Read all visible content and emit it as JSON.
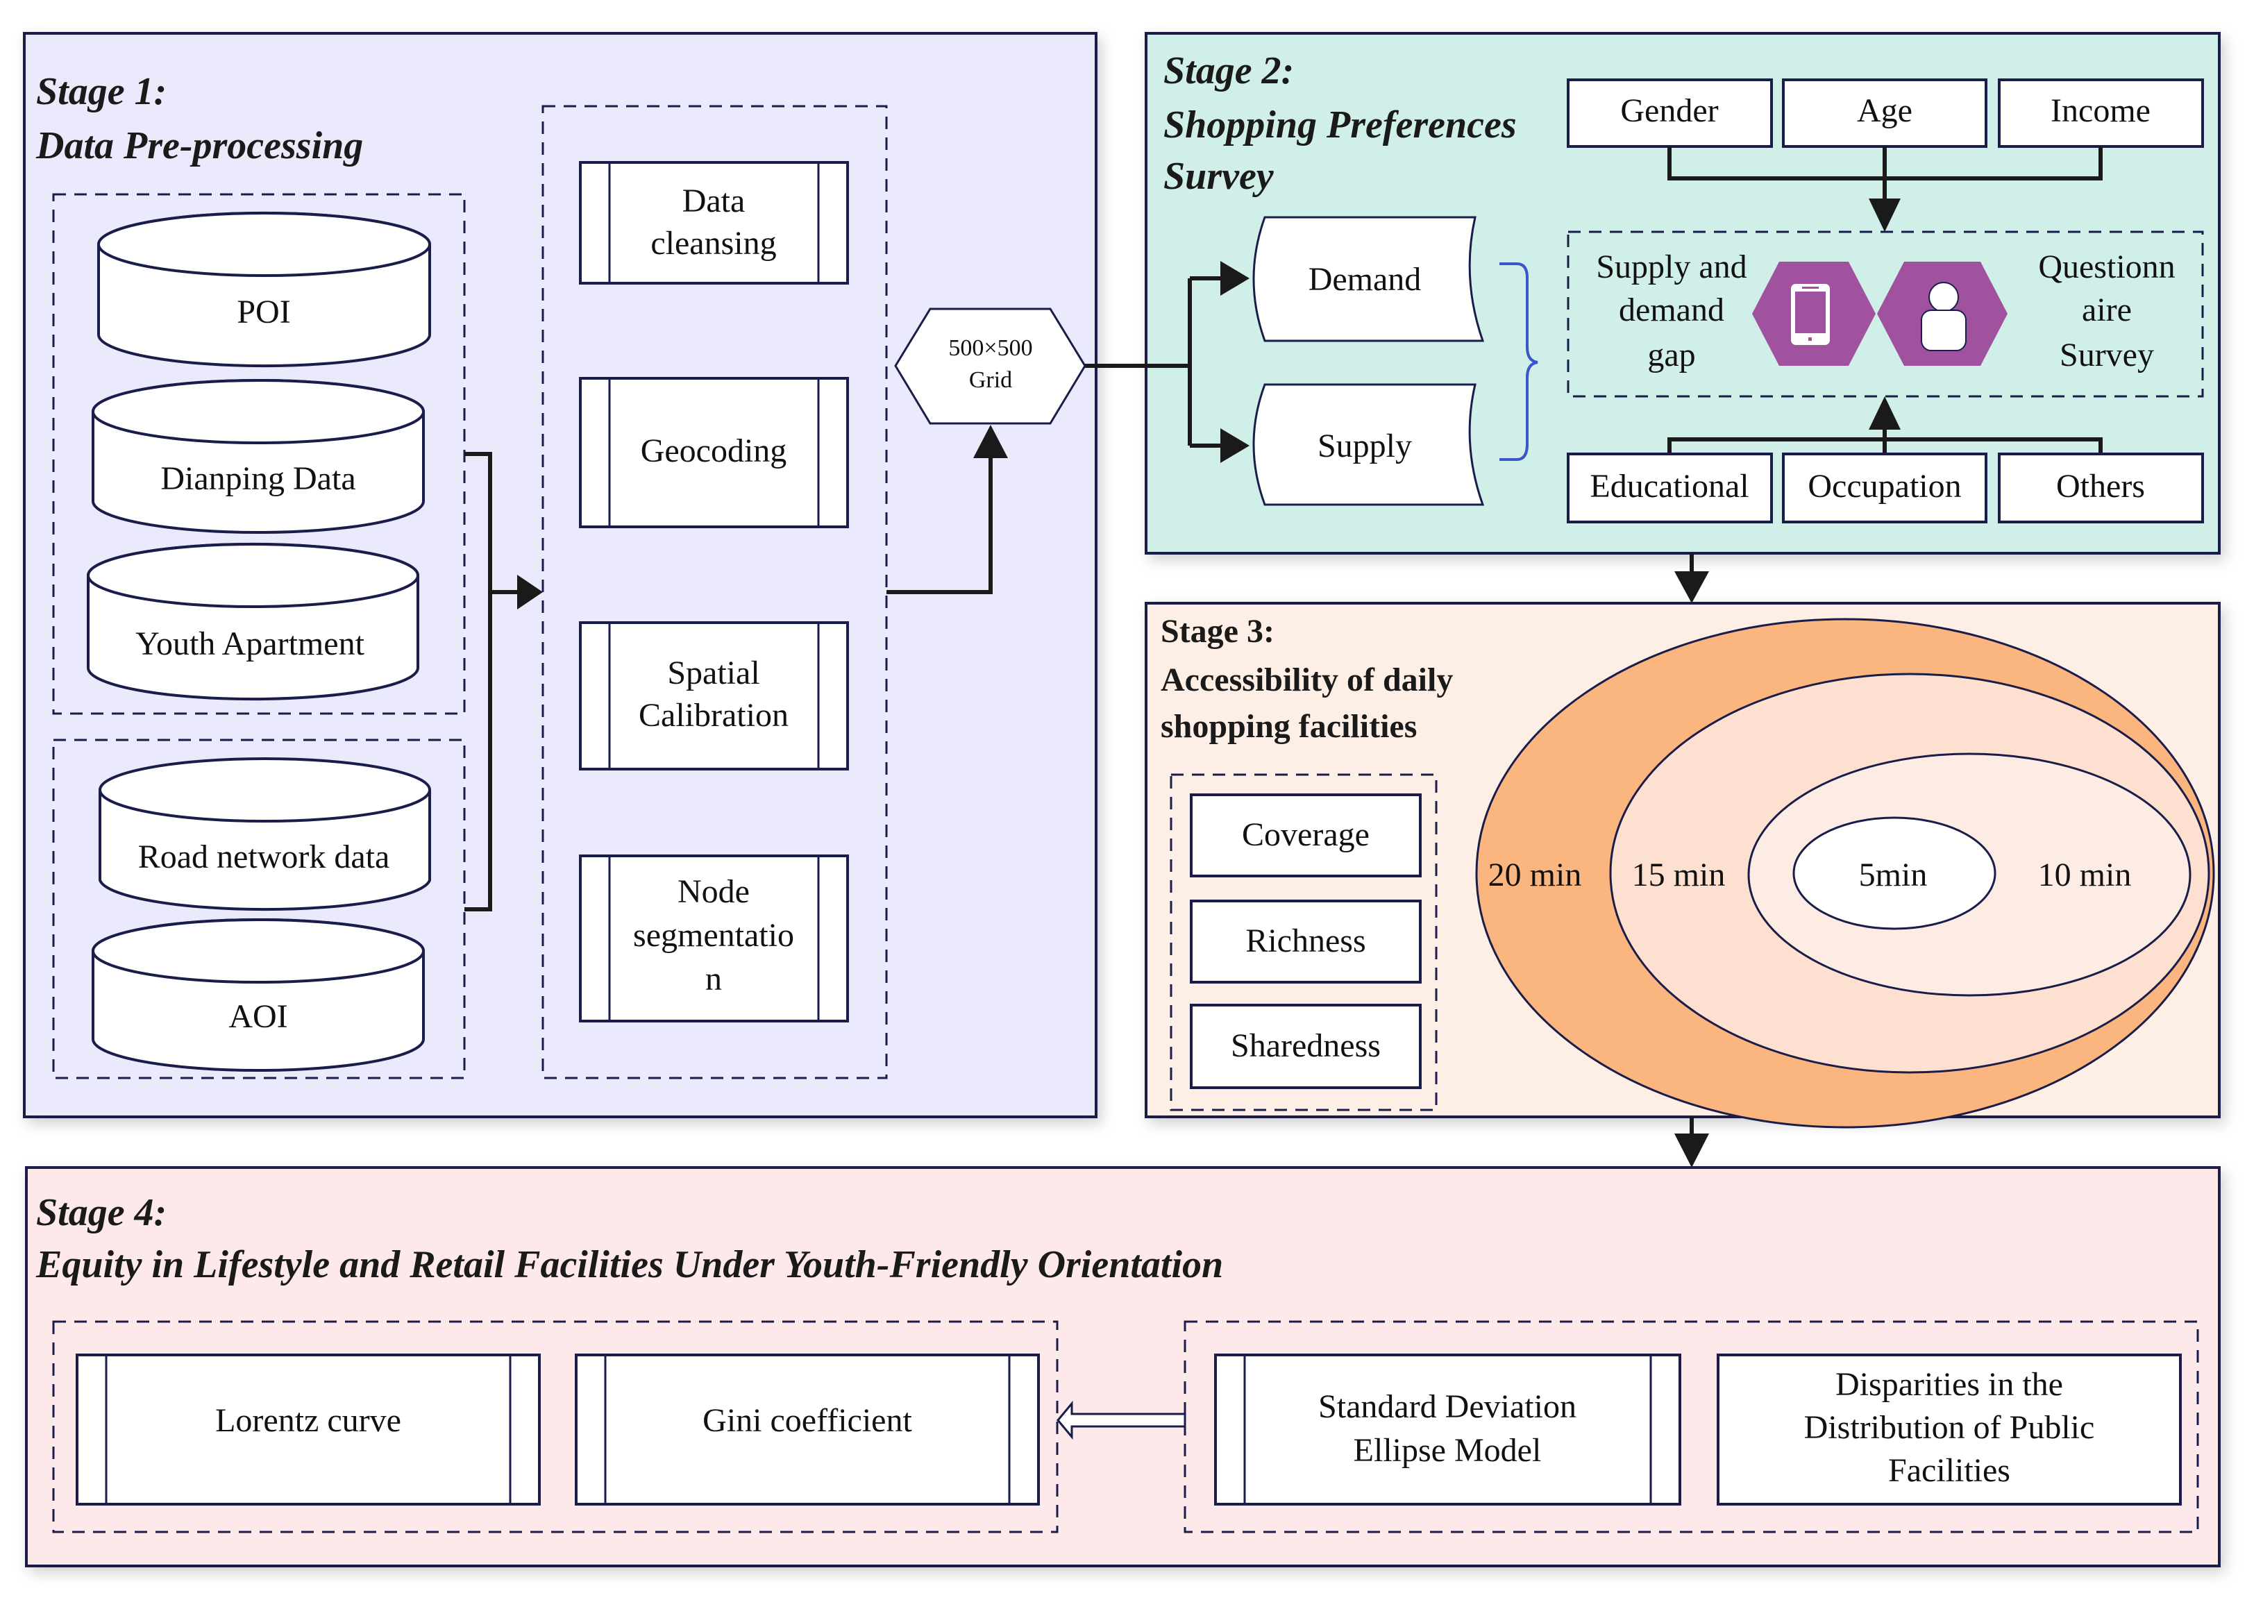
{
  "stage1": {
    "title_line1": "Stage 1:",
    "title_line2": "Data Pre-processing",
    "data_sources_group1": [
      "POI",
      "Dianping Data",
      "Youth Apartment"
    ],
    "data_sources_group2": [
      "Road network data",
      "AOI"
    ],
    "processes": [
      {
        "lines": [
          "Data",
          "cleansing"
        ]
      },
      {
        "lines": [
          "Geocoding"
        ]
      },
      {
        "lines": [
          "Spatial",
          "Calibration"
        ]
      },
      {
        "lines": [
          "Node",
          "segmentatio",
          "n"
        ]
      }
    ],
    "grid_label": [
      "500×500",
      "Grid"
    ]
  },
  "stage2": {
    "title_line1": "Stage 2:",
    "title_line2": "Shopping Preferences",
    "title_line3": "Survey",
    "top_factors": [
      "Gender",
      "Age",
      "Income"
    ],
    "bottom_factors": [
      "Educational",
      "Occupation",
      "Others"
    ],
    "demand_label": "Demand",
    "supply_label": "Supply",
    "gap_label": [
      "Supply and",
      "demand",
      "gap"
    ],
    "survey_label": [
      "Questionn",
      "aire",
      "Survey"
    ],
    "icons": [
      "smartphone-icon",
      "user-icon"
    ],
    "icon_color": "#a1529e"
  },
  "stage3": {
    "title_line1": "Stage 3:",
    "title_line2": "Accessibility of daily",
    "title_line3": "shopping facilities",
    "metrics": [
      "Coverage",
      "Richness",
      "Sharedness"
    ],
    "rings": {
      "r20": "20 min",
      "r15": "15 min",
      "r10": "10 min",
      "r5": "5min"
    },
    "ring_colors": {
      "r20": "#fbb57e",
      "r15": "#fde0cf",
      "r10": "#fdece4",
      "r5": "#ffffff"
    }
  },
  "stage4": {
    "title_line1": "Stage 4:",
    "title_line2": "Equity in Lifestyle and Retail Facilities Under Youth-Friendly Orientation",
    "left_methods": [
      "Lorentz curve",
      "Gini coefficient"
    ],
    "right_methods": [
      {
        "lines": [
          "Standard Deviation",
          "Ellipse Model"
        ]
      },
      {
        "lines": [
          "Disparities in the",
          "Distribution of Public",
          "Facilities"
        ]
      }
    ]
  },
  "colors": {
    "stage1_bg": "#eaeafc",
    "stage2_bg": "#d0efe8",
    "stage3_bg": "#fdeee6",
    "stage4_bg": "#fde9ea",
    "border": "#1a1d4a",
    "brace": "#3a56c8"
  }
}
